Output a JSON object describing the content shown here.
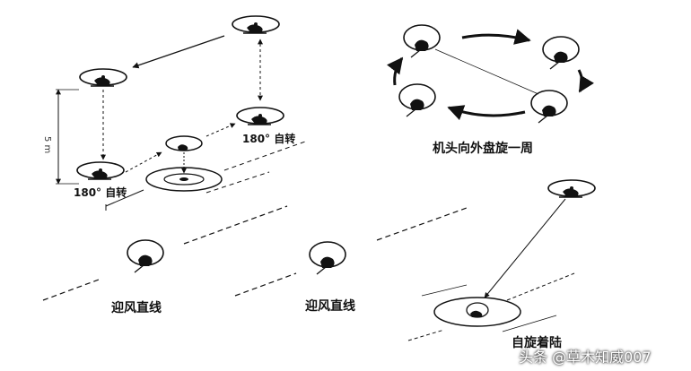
{
  "labels": {
    "rotate_top": "180° 自转",
    "rotate_left": "180° 自转",
    "distance": "5 m",
    "circle_caption": "机头向外盘旋一周",
    "straight1": "迎风直线",
    "straight2": "迎风直线",
    "landing": "自旋着陆"
  },
  "watermark": {
    "text": "头条 @草木知威007"
  },
  "colors": {
    "ink": "#111111",
    "background": "#ffffff"
  }
}
